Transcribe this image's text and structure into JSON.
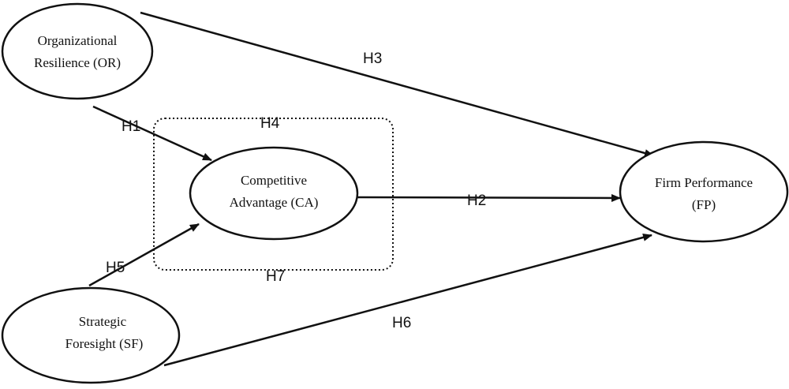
{
  "diagram": {
    "nodes": {
      "or": {
        "line1": "Organizational",
        "line2": "Resilience (OR)"
      },
      "ca": {
        "line1": "Competitive",
        "line2": "Advantage (CA)"
      },
      "fp": {
        "line1": "Firm Performance",
        "line2": "(FP)"
      },
      "sf": {
        "line1": "Strategic",
        "line2": "Foresight (SF)"
      }
    },
    "hypotheses": {
      "h1": "H1",
      "h2": "H2",
      "h3": "H3",
      "h4": "H4",
      "h5": "H5",
      "h6": "H6",
      "h7": "H7"
    },
    "edges": [
      {
        "from": "OR",
        "to": "CA",
        "label": "H1"
      },
      {
        "from": "CA",
        "to": "FP",
        "label": "H2"
      },
      {
        "from": "OR",
        "to": "FP",
        "label": "H3"
      },
      {
        "from": "SF",
        "to": "CA",
        "label": "H5"
      },
      {
        "from": "SF",
        "to": "FP",
        "label": "H6"
      }
    ],
    "mediation_box_labels": [
      "H4",
      "H7"
    ],
    "colors": {
      "stroke": "#111111",
      "background": "#ffffff"
    }
  }
}
